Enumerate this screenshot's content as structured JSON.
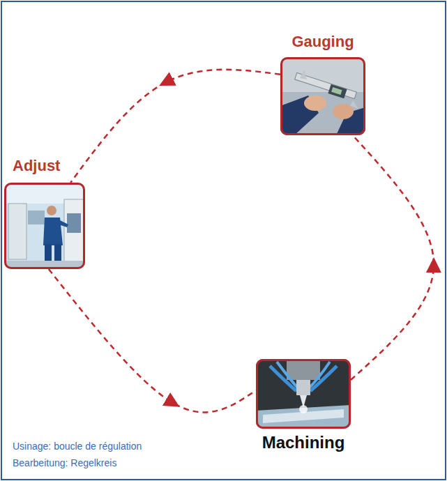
{
  "diagram": {
    "nodes": [
      {
        "text": [
          "Gauging"
        ]
      },
      {
        "text": [
          "Adjust"
        ]
      },
      {
        "text": [
          "Machining"
        ]
      }
    ],
    "edges": [
      {
        "from": 0,
        "to": 1,
        "arrow": "to"
      },
      {
        "from": 1,
        "to": 2,
        "arrow": "to"
      },
      {
        "from": 2,
        "to": 0,
        "arrow": "to"
      }
    ],
    "labels": [
      "Usinage: boucle de régulation",
      "Bearbeitung: Regelkreis"
    ]
  }
}
